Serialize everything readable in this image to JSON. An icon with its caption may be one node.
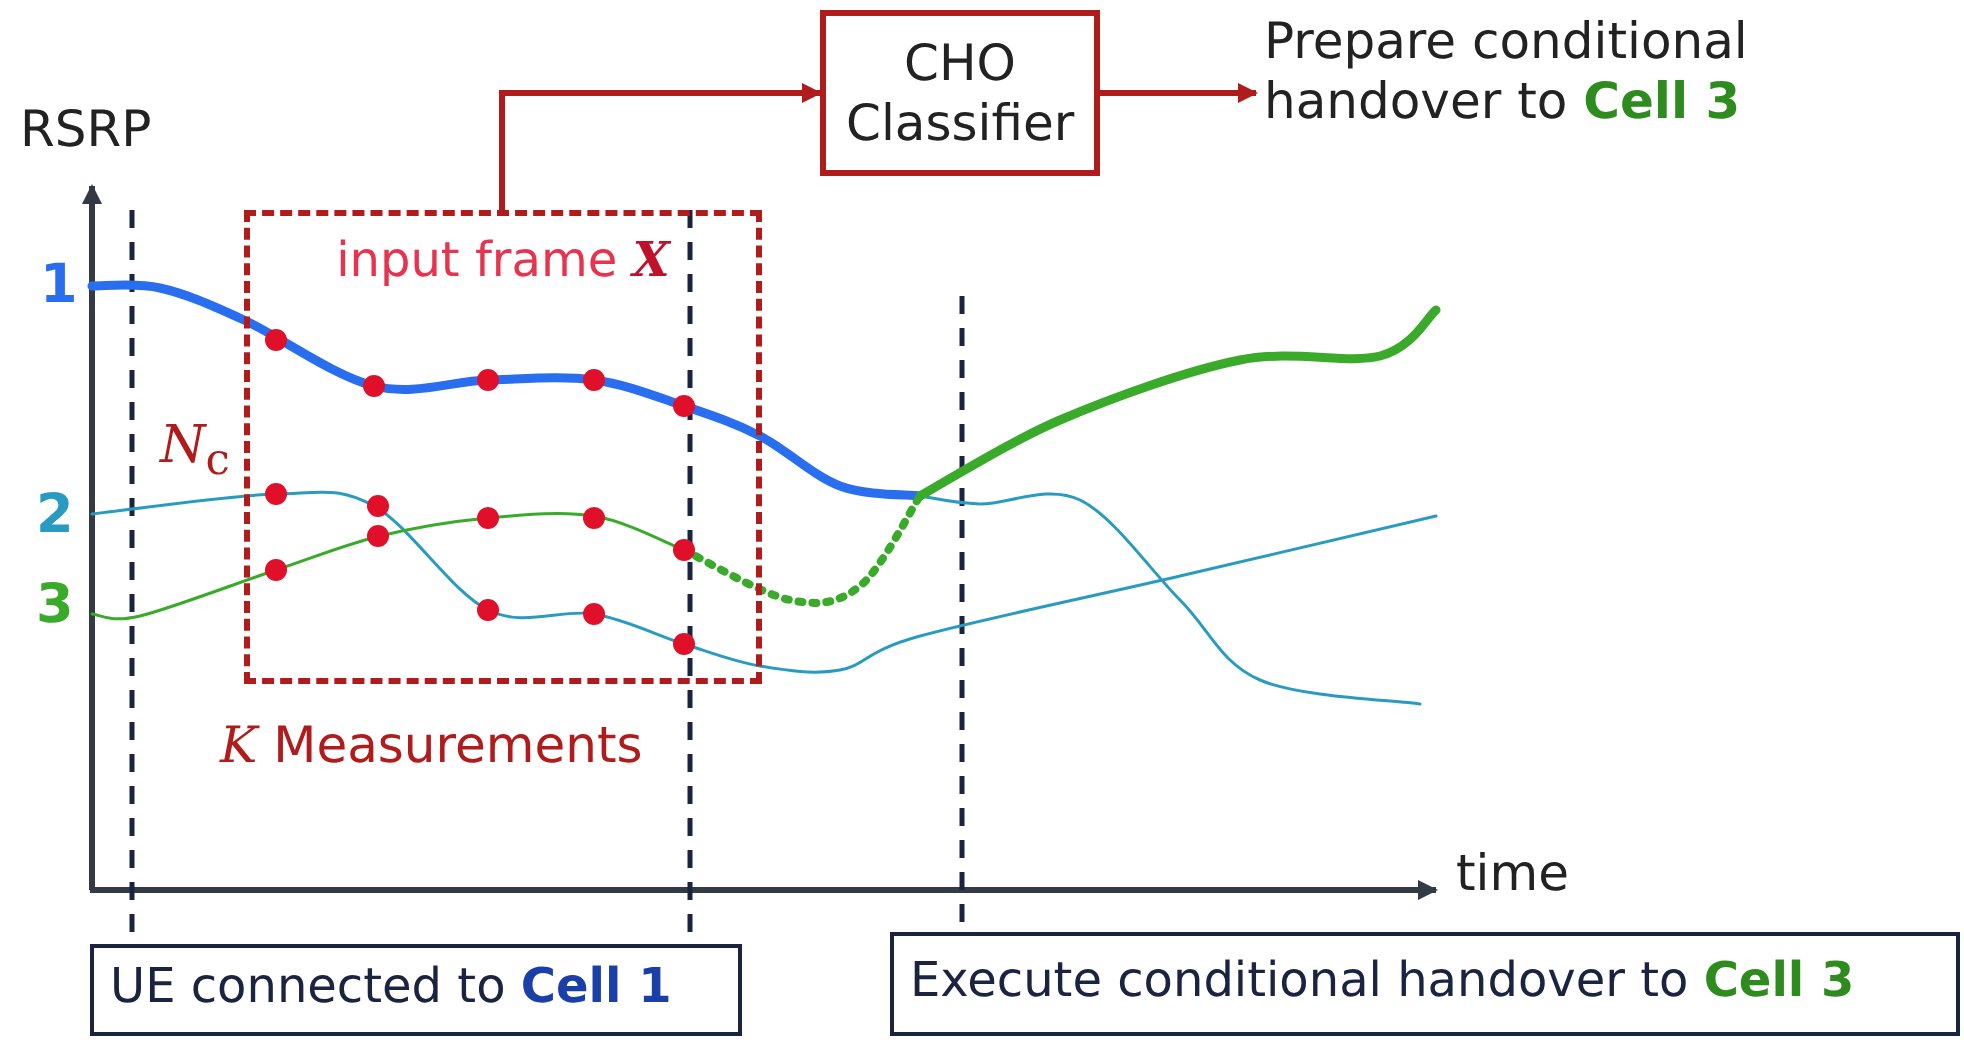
{
  "diagram": {
    "nodes": [
      {
        "text": [
          "input frame **X**"
        ]
      },
      {
        "text": [
          "CHO Classifier"
        ]
      },
      {
        "text": [
          "Prepare conditional handover to **Cell 3**"
        ]
      },
      {
        "text": [
          "UE connected to **Cell 1**"
        ]
      },
      {
        "text": [
          "Execute conditional handover to **Cell 3**"
        ]
      }
    ],
    "edges": [
      {
        "from": 0,
        "to": 1,
        "arrow": "to"
      },
      {
        "from": 1,
        "to": 2,
        "arrow": "to"
      }
    ],
    "labels": [
      "RSRP",
      "1",
      "2",
      "3",
      "*N*$_{c}$",
      "*K* Measurements",
      "time"
    ]
  }
}
